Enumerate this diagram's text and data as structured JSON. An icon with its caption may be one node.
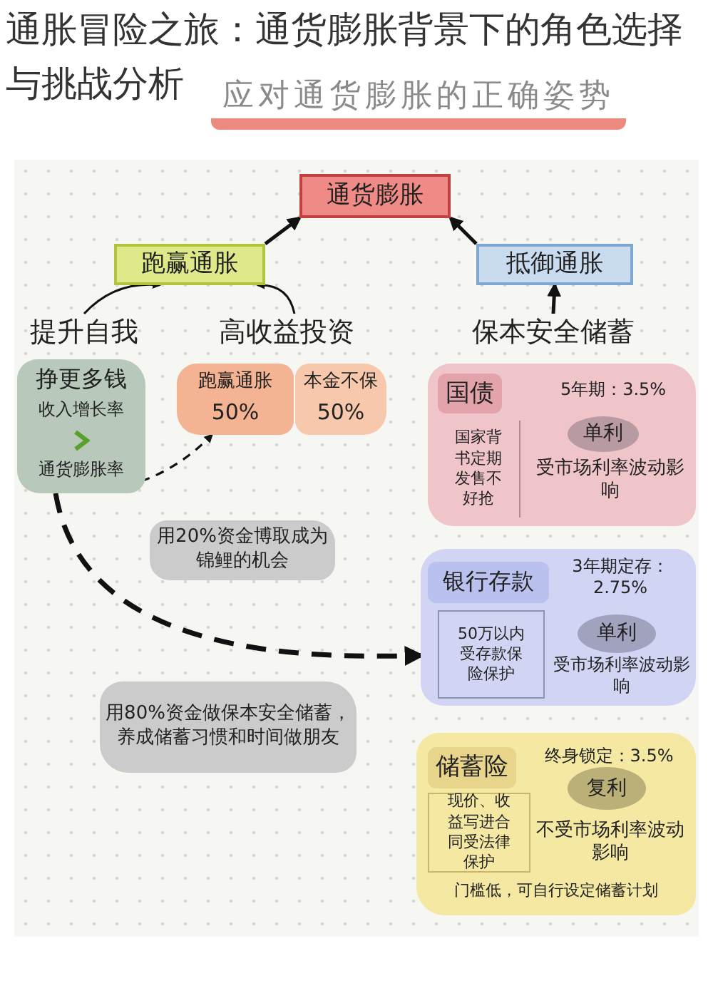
{
  "diagram": {
    "title": "通胀冒险之旅：通货膨胀背景下的角色选择与挑战分析",
    "nodes": [
      {
        "text": [
          "通货膨胀"
        ]
      },
      {
        "text": [
          "跑赢通胀"
        ]
      },
      {
        "text": [
          "抵御通胀"
        ]
      },
      {
        "text": [
          "提升自我"
        ]
      },
      {
        "text": [
          "高收益投资"
        ]
      },
      {
        "text": [
          "保本安全储蓄"
        ]
      },
      {
        "text": [
          "挣更多钱",
          "收入增长率",
          "通货膨胀率"
        ]
      },
      {
        "text": [
          "跑赢通胀",
          "50%"
        ]
      },
      {
        "text": [
          "本金不保",
          "50%"
        ]
      },
      {
        "text": [
          "5年期：3.5%",
          "受市场利率波动影响"
        ]
      },
      {
        "text": [
          "国债"
        ],
        "in": 9
      },
      {
        "text": [
          "国家背书定期发售不好抢"
        ],
        "in": 9
      },
      {
        "text": [
          "单利"
        ],
        "in": 9
      },
      {
        "text": [
          "3年期定存：2.75%",
          "受市场利率波动影响"
        ]
      },
      {
        "text": [
          "银行存款"
        ],
        "in": 13
      },
      {
        "text": [
          "50万以内受存款保险保护"
        ],
        "in": 13
      },
      {
        "text": [
          "单利"
        ],
        "in": 13
      },
      {
        "text": [
          "终身锁定：3.5%",
          "不受市场利率波动影响",
          "门槛低，可自行设定储蓄计划"
        ]
      },
      {
        "text": [
          "储蓄险"
        ],
        "in": 17
      },
      {
        "text": [
          "现价、收益写进合同受法律保护"
        ],
        "in": 17
      },
      {
        "text": [
          "复利"
        ],
        "in": 17
      },
      {
        "text": [
          "用20%资金博取成为锦鲤的机会"
        ]
      },
      {
        "text": [
          "用80%资金做保本安全储蓄，养成储蓄习惯和时间做朋友"
        ]
      }
    ],
    "edges": [
      {
        "from": 1,
        "to": 0,
        "arrow": "to"
      },
      {
        "from": 2,
        "to": 0,
        "arrow": "to"
      },
      {
        "from": 3,
        "to": 1,
        "arrow": "to"
      },
      {
        "from": 4,
        "to": 1,
        "arrow": "to"
      },
      {
        "from": 5,
        "to": 2,
        "arrow": "to"
      },
      {
        "from": 6,
        "to": 7,
        "arrow": "to",
        "style": "dashed"
      },
      {
        "from": 6,
        "to": 13,
        "arrow": "to",
        "style": "dashed"
      }
    ],
    "labels": [
      "应对通货膨胀的正确姿势"
    ]
  }
}
